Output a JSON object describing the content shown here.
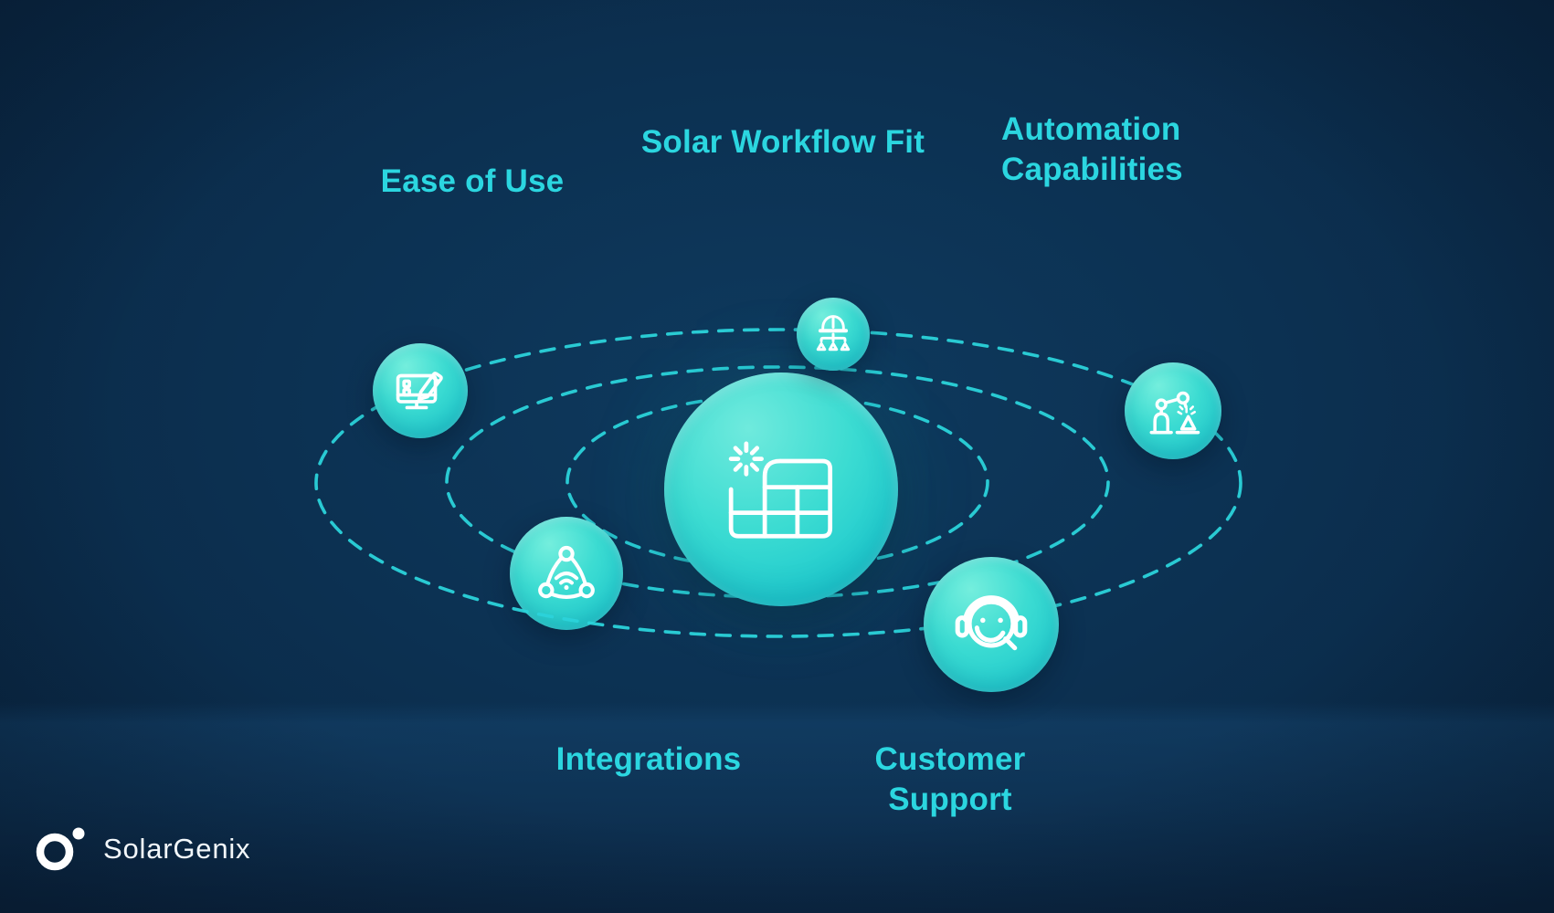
{
  "diagram": {
    "title_hidden": "",
    "center": {
      "id": "solar-platform",
      "icon": "solar-panel-icon"
    },
    "orbit_count": 3,
    "satellites": [
      {
        "id": "ease-of-use",
        "label": "Ease of Use",
        "icon": "monitor-pencil-icon"
      },
      {
        "id": "solar-workflow-fit",
        "label": "Solar Workflow Fit",
        "icon": "hard-hat-hierarchy-icon"
      },
      {
        "id": "automation-capabilities",
        "label": "Automation\nCapabilities",
        "icon": "robot-arm-icon"
      },
      {
        "id": "integrations",
        "label": "Integrations",
        "icon": "network-nodes-icon"
      },
      {
        "id": "customer-support",
        "label": "Customer\nSupport",
        "icon": "headset-agent-icon"
      }
    ]
  },
  "brand": {
    "name": "SolarGenix",
    "logo_icon": "ring-dot-logo-icon"
  },
  "colors": {
    "background_center": "#0e3a5e",
    "background_edge": "#09223c",
    "accent_text": "#2bd6e0",
    "orbit_dash": "#2bd3da",
    "bubble_highlight": "#74eedd",
    "bubble_deep": "#16c3cc",
    "icon_stroke": "#ffffff",
    "logo_text": "#f2f7fa"
  }
}
